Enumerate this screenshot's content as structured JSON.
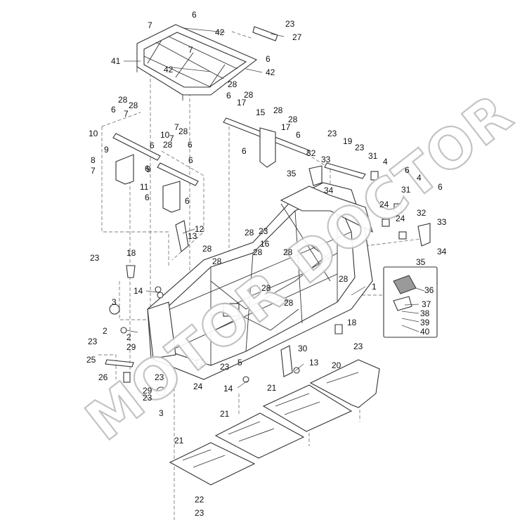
{
  "watermark": "MOTOR DOCTOR",
  "callouts": {
    "c1": "1",
    "c2a": "2",
    "c2b": "2",
    "c3a": "3",
    "c3b": "3",
    "c4a": "4",
    "c4b": "4",
    "c5": "5",
    "c6a": "6",
    "c6b": "6",
    "c6c": "6",
    "c6d": "6",
    "c6e": "6",
    "c6f": "6",
    "c6g": "6",
    "c6h": "6",
    "c6i": "6",
    "c6j": "6",
    "c6k": "6",
    "c6l": "6",
    "c6m": "6",
    "c6n": "6",
    "c6o": "6",
    "c7a": "7",
    "c7b": "7",
    "c7c": "7",
    "c7d": "7",
    "c7e": "7",
    "c7f": "7",
    "c8": "8",
    "c9a": "9",
    "c9b": "9",
    "c10a": "10",
    "c10b": "10",
    "c11": "11",
    "c12": "12",
    "c13a": "13",
    "c13b": "13",
    "c14a": "14",
    "c14b": "14",
    "c15": "15",
    "c16": "16",
    "c17a": "17",
    "c17b": "17",
    "c18a": "18",
    "c18b": "18",
    "c19": "19",
    "c20": "20",
    "c21a": "21",
    "c21b": "21",
    "c21c": "21",
    "c21d": "21",
    "c22": "22",
    "c23a": "23",
    "c23b": "23",
    "c23c": "23",
    "c23d": "23",
    "c23e": "23",
    "c23f": "23",
    "c23g": "23",
    "c23h": "23",
    "c23i": "23",
    "c23j": "23",
    "c23k": "23",
    "c23l": "23",
    "c24a": "24",
    "c24b": "24",
    "c24c": "24",
    "c25": "25",
    "c26": "26",
    "c27": "27",
    "c28a": "28",
    "c28b": "28",
    "c28c": "28",
    "c28d": "28",
    "c28e": "28",
    "c28f": "28",
    "c28g": "28",
    "c28h": "28",
    "c28i": "28",
    "c28j": "28",
    "c28k": "28",
    "c28l": "28",
    "c28m": "28",
    "c28n": "28",
    "c28o": "28",
    "c28p": "28",
    "c28q": "28",
    "c29a": "29",
    "c29b": "29",
    "c30": "30",
    "c31a": "31",
    "c31b": "31",
    "c32a": "32",
    "c32b": "32",
    "c33a": "33",
    "c33b": "33",
    "c34a": "34",
    "c34b": "34",
    "c35a": "35",
    "c35b": "35",
    "c36": "36",
    "c37": "37",
    "c38": "38",
    "c39": "39",
    "c40": "40",
    "c41": "41",
    "c42a": "42",
    "c42b": "42",
    "c42c": "42"
  }
}
